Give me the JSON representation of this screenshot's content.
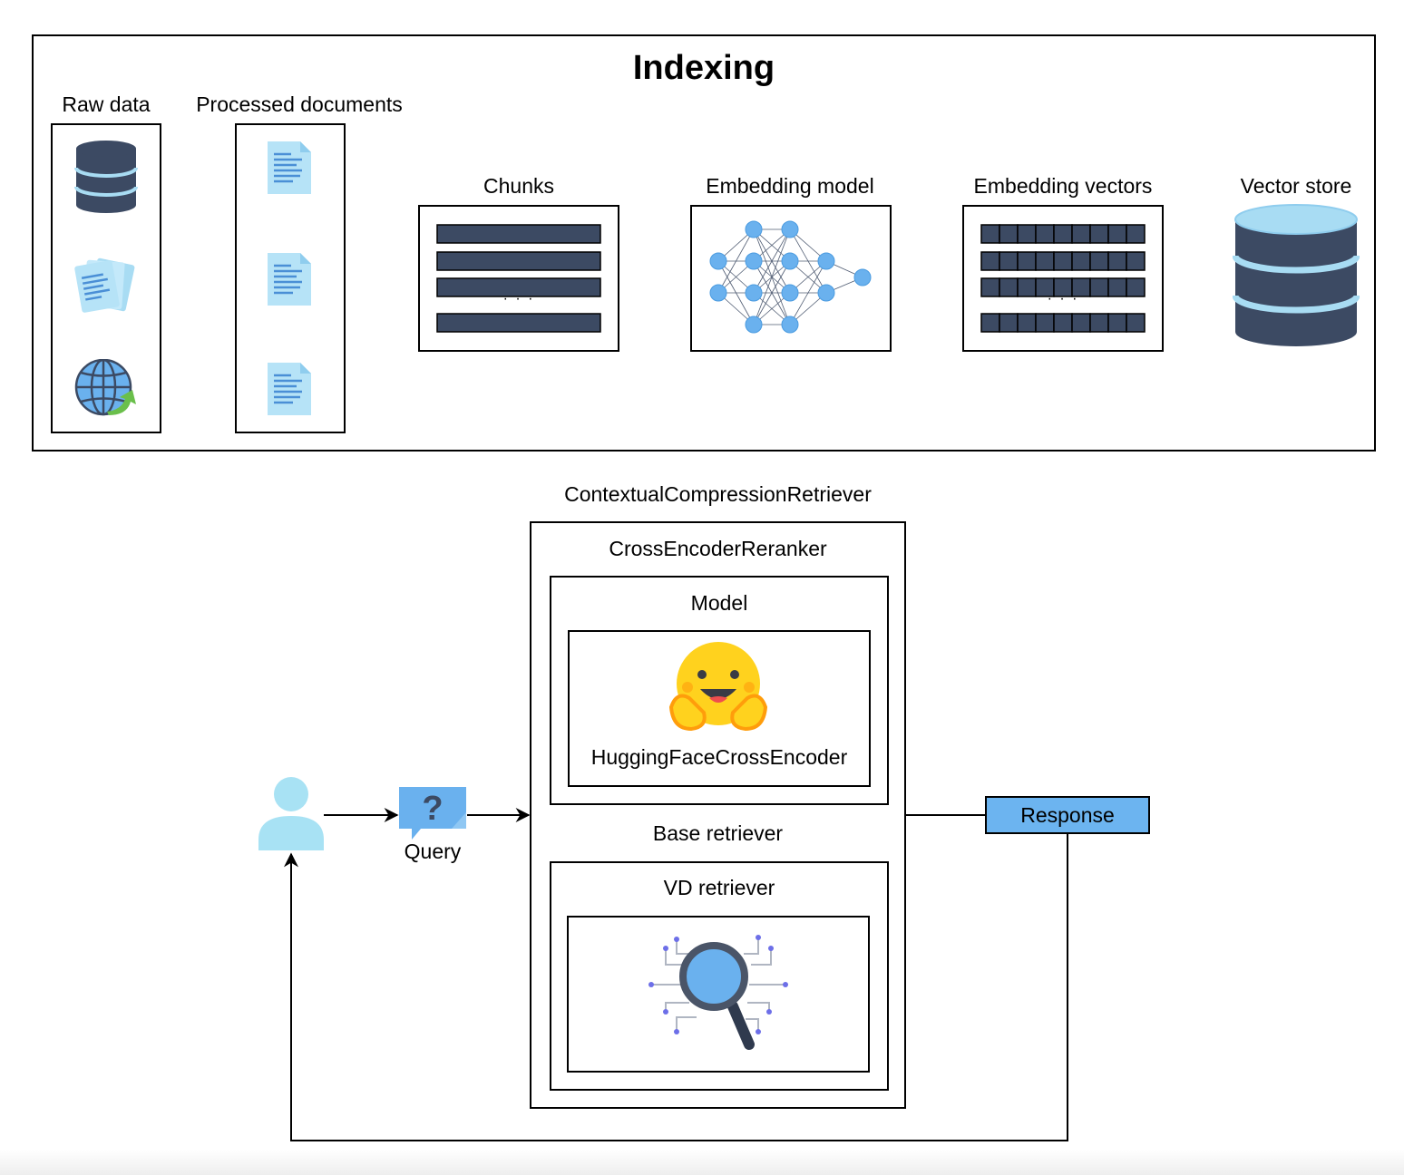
{
  "indexing": {
    "title": "Indexing",
    "raw_data_label": "Raw data",
    "processed_documents_label": "Processed documents",
    "chunks_label": "Chunks",
    "embedding_model_label": "Embedding model",
    "embedding_vectors_label": "Embedding vectors",
    "vector_store_label": "Vector store",
    "chunks_ellipsis": "· · ·",
    "vectors_ellipsis": "· · ·"
  },
  "retrieval": {
    "outer_label": "ContextualCompressionRetriever",
    "reranker_label": "CrossEncoderReranker",
    "model_label": "Model",
    "model_name": "HuggingFaceCrossEncoder",
    "base_retriever_label": "Base retriever",
    "vd_retriever_label": "VD retriever",
    "query_label": "Query",
    "response_label": "Response"
  },
  "colors": {
    "navy": "#3c4a63",
    "light_blue": "#a8dcf3",
    "node_blue": "#6ab1ee",
    "response_fill": "#6cb4f0",
    "emoji_yellow": "#ffd21e",
    "emoji_orange": "#ff9d0b"
  },
  "icons": {
    "raw_data": [
      "database-icon",
      "documents-icon",
      "globe-icon"
    ],
    "processed": [
      "document-icon",
      "document-icon",
      "document-icon"
    ],
    "vector_store": "database-icon",
    "model": "hugging-face-emoji-icon",
    "retriever": "search-circuit-icon",
    "user": "user-icon",
    "query": "question-bubble-icon"
  }
}
